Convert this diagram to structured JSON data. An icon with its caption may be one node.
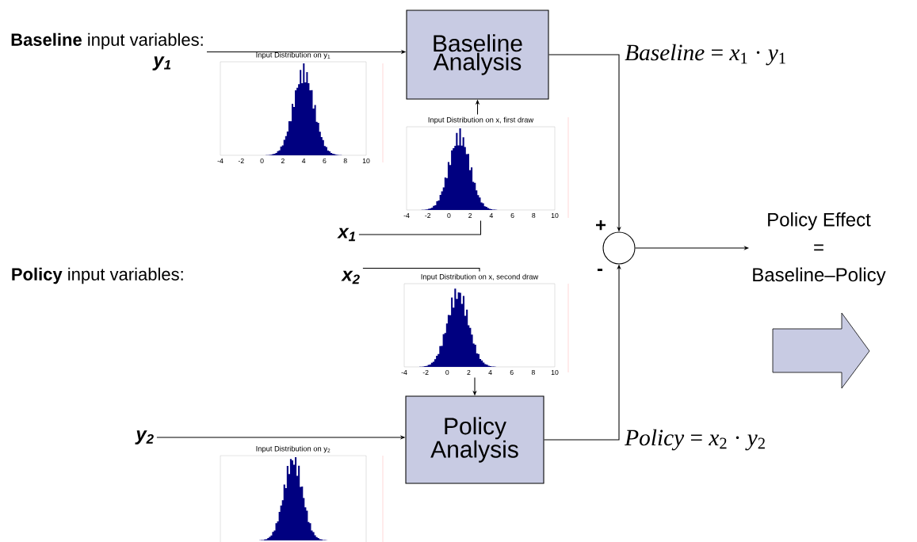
{
  "diagram": {
    "nodes": [
      {
        "text": [
          "**Baseline** input variables:"
        ]
      },
      {
        "text": [
          "Baseline Analysis"
        ]
      },
      {
        "text": [
          "Input Distribution on y$_{1}$"
        ]
      },
      {
        "text": [
          "Input Distribution on x, first draw"
        ]
      },
      {
        "text": [
          "x$_{1}$"
        ]
      },
      {
        "text": [],
        "shape": "circle"
      },
      {
        "text": [
          "Policy Effect",
          "=",
          "Baseline–Policy"
        ]
      },
      {
        "text": [
          "x$_{2}$"
        ]
      },
      {
        "text": [
          "Input Distribution on x, second draw"
        ]
      },
      {
        "text": [
          "Policy Analysis"
        ]
      },
      {
        "text": [
          "Input Distribution on y$_{2}$"
        ]
      },
      {
        "text": [
          "y$_{2}$"
        ]
      }
    ],
    "edges": [
      {
        "from": 0,
        "to": 1,
        "arrow": "to"
      },
      {
        "from": 3,
        "to": 1,
        "arrow": "to"
      },
      {
        "from": 4,
        "to": 3,
        "arrow": "none"
      },
      {
        "from": 1,
        "to": 5,
        "arrow": "to",
        "label": "*Baseline* = *x*$_{1}$ · *y*$_{1}$"
      },
      {
        "from": 9,
        "to": 5,
        "arrow": "to",
        "label": "*Policy* = *x*$_{2}$ · *y*$_{2}$"
      },
      {
        "from": 5,
        "to": 6,
        "arrow": "to"
      },
      {
        "from": 7,
        "to": 8,
        "arrow": "none"
      },
      {
        "from": 8,
        "to": 9,
        "arrow": "to"
      },
      {
        "from": 11,
        "to": 9,
        "arrow": "to"
      }
    ],
    "labels": [
      "y$_{1}$",
      "+",
      "**Policy** input variables:",
      "-",
      "-4",
      "-2",
      "0",
      "2",
      "4",
      "6",
      "8",
      "10",
      "-4",
      "-2",
      "0",
      "2",
      "4",
      "6",
      "8",
      "10",
      "-4",
      "-2",
      "0",
      "2",
      "4",
      "6",
      "8",
      "10"
    ]
  }
}
